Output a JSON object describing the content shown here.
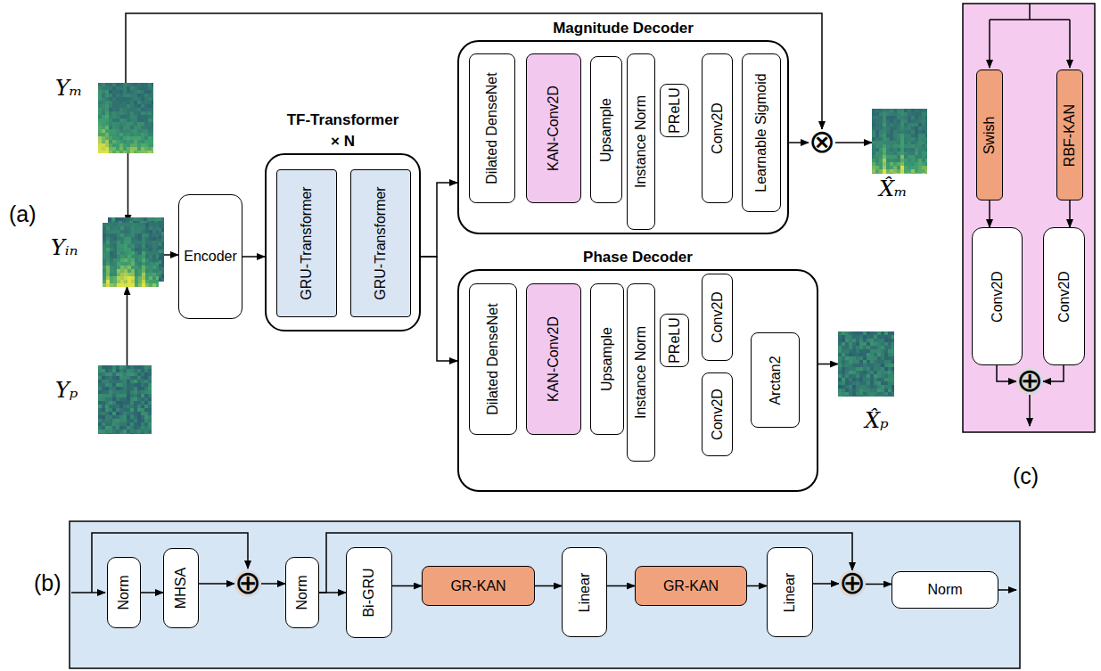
{
  "diagram": {
    "nodes": [
      {
        "text": [
          "Yₘ"
        ]
      },
      {
        "text": [
          "Yᵢₙ"
        ]
      },
      {
        "text": [
          "Yₚ"
        ]
      },
      {
        "text": [
          "Encoder"
        ]
      },
      {
        "text": [
          "TF-Transformer",
          "× N"
        ]
      },
      {
        "text": [
          "GRU-Transformer"
        ],
        "in": 4
      },
      {
        "text": [
          "GRU-Transformer"
        ],
        "in": 4
      },
      {
        "text": [
          "Magnitude Decoder"
        ]
      },
      {
        "text": [
          "Dilated DenseNet"
        ],
        "in": 7
      },
      {
        "text": [
          "KAN-Conv2D"
        ],
        "in": 7
      },
      {
        "text": [
          "Upsample"
        ],
        "in": 7
      },
      {
        "text": [
          "Instance Norm"
        ],
        "in": 7
      },
      {
        "text": [
          "PReLU"
        ],
        "in": 7
      },
      {
        "text": [
          "Conv2D"
        ],
        "in": 7
      },
      {
        "text": [
          "Learnable Sigmoid"
        ],
        "in": 7
      },
      {
        "text": [
          "⊗"
        ]
      },
      {
        "text": [
          "X̂ₘ"
        ]
      },
      {
        "text": [
          "Phase Decoder"
        ]
      },
      {
        "text": [
          "Dilated DenseNet"
        ],
        "in": 17
      },
      {
        "text": [
          "KAN-Conv2D"
        ],
        "in": 17
      },
      {
        "text": [
          "Upsample"
        ],
        "in": 17
      },
      {
        "text": [
          "Instance Norm"
        ],
        "in": 17
      },
      {
        "text": [
          "PReLU"
        ],
        "in": 17
      },
      {
        "text": [
          "Conv2D"
        ],
        "in": 17
      },
      {
        "text": [
          "Conv2D"
        ],
        "in": 17
      },
      {
        "text": [
          "Arctan2"
        ],
        "in": 17
      },
      {
        "text": [
          "X̂ₚ"
        ]
      },
      {
        "text": [
          "Swish"
        ]
      },
      {
        "text": [
          "RBF-KAN"
        ]
      },
      {
        "text": [
          "Conv2D"
        ]
      },
      {
        "text": [
          "Conv2D"
        ]
      },
      {
        "text": [
          "⊕"
        ]
      },
      {
        "text": [
          "Norm"
        ]
      },
      {
        "text": [
          "MHSA"
        ]
      },
      {
        "text": [
          "⊕"
        ]
      },
      {
        "text": [
          "Norm"
        ]
      },
      {
        "text": [
          "Bi-GRU"
        ]
      },
      {
        "text": [
          "GR-KAN"
        ]
      },
      {
        "text": [
          "Linear"
        ]
      },
      {
        "text": [
          "GR-KAN"
        ]
      },
      {
        "text": [
          "Linear"
        ]
      },
      {
        "text": [
          "⊕"
        ]
      },
      {
        "text": [
          "Norm"
        ]
      }
    ],
    "edges": [
      {
        "from": 0,
        "to": 1,
        "arrow": "to"
      },
      {
        "from": 2,
        "to": 1,
        "arrow": "to"
      },
      {
        "from": 1,
        "to": 3,
        "arrow": "to"
      },
      {
        "from": 3,
        "to": 4,
        "arrow": "to"
      },
      {
        "from": 4,
        "to": 7,
        "arrow": "to"
      },
      {
        "from": 4,
        "to": 17,
        "arrow": "to"
      },
      {
        "from": 0,
        "to": 15,
        "arrow": "to"
      },
      {
        "from": 7,
        "to": 15,
        "arrow": "to"
      },
      {
        "from": 15,
        "to": 16,
        "arrow": "to"
      },
      {
        "from": 12,
        "to": 13,
        "arrow": "to"
      },
      {
        "from": 17,
        "to": 26,
        "arrow": "to"
      },
      {
        "from": 22,
        "to": 23,
        "arrow": "to"
      },
      {
        "from": 22,
        "to": 24,
        "arrow": "to"
      },
      {
        "from": 23,
        "to": 25,
        "arrow": "to"
      },
      {
        "from": 24,
        "to": 25,
        "arrow": "to"
      },
      {
        "from": 27,
        "to": 29,
        "arrow": "to"
      },
      {
        "from": 28,
        "to": 30,
        "arrow": "to"
      },
      {
        "from": 29,
        "to": 31,
        "arrow": "to"
      },
      {
        "from": 30,
        "to": 31,
        "arrow": "to"
      },
      {
        "from": 32,
        "to": 33,
        "arrow": "to"
      },
      {
        "from": 33,
        "to": 34,
        "arrow": "to"
      },
      {
        "from": 34,
        "to": 35,
        "arrow": "to"
      },
      {
        "from": 35,
        "to": 36,
        "arrow": "to"
      },
      {
        "from": 36,
        "to": 37,
        "arrow": "to"
      },
      {
        "from": 37,
        "to": 38,
        "arrow": "to"
      },
      {
        "from": 38,
        "to": 39,
        "arrow": "to"
      },
      {
        "from": 39,
        "to": 40,
        "arrow": "to"
      },
      {
        "from": 40,
        "to": 41,
        "arrow": "to"
      },
      {
        "from": 41,
        "to": 42,
        "arrow": "to"
      },
      {
        "from": 35,
        "to": 41,
        "arrow": "to"
      }
    ],
    "labels": [
      "(a)",
      "(b)",
      "(c)"
    ]
  }
}
